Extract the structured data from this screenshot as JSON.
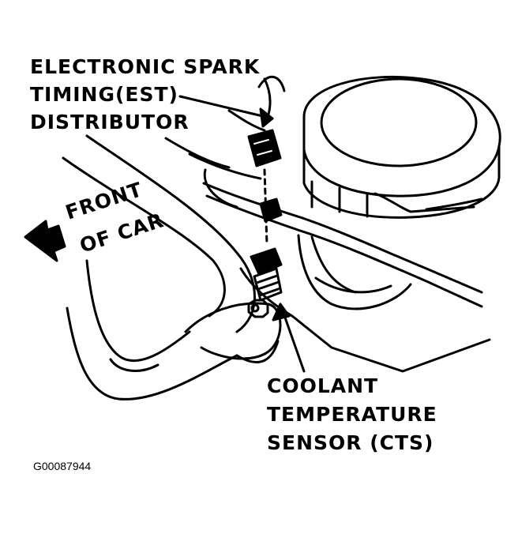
{
  "labels": {
    "est_line1": "ELECTRONIC SPARK",
    "est_line2": "TIMING(EST)",
    "est_line3": "DISTRIBUTOR",
    "front_line1": "FRONT",
    "front_line2": "OF CAR",
    "cts_line1": "COOLANT",
    "cts_line2": "TEMPERATURE",
    "cts_line3": "SENSOR (CTS)"
  },
  "figure_id": "G00087944"
}
